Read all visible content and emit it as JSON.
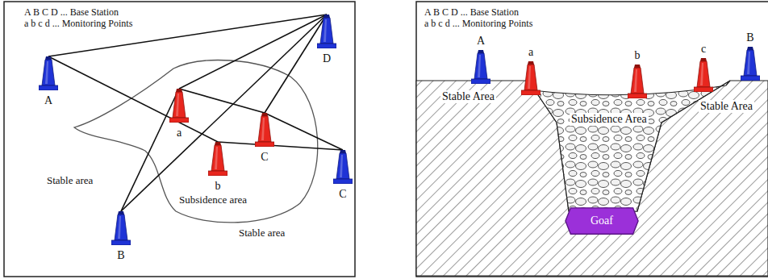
{
  "diagram": {
    "nodes": [
      {
        "text": [
          "A"
        ]
      },
      {
        "text": [
          "D"
        ]
      },
      {
        "text": [
          "a"
        ]
      },
      {
        "text": [
          "C"
        ]
      },
      {
        "text": [
          "C"
        ]
      },
      {
        "text": [
          "b"
        ]
      },
      {
        "text": [
          "B"
        ]
      },
      {
        "text": [
          "A"
        ]
      },
      {
        "text": [
          "a"
        ]
      },
      {
        "text": [
          "b"
        ]
      },
      {
        "text": [
          "c"
        ]
      },
      {
        "text": [
          "B"
        ]
      },
      {
        "text": [
          "Goaf"
        ]
      }
    ],
    "edges": [
      {
        "from": 0,
        "to": 1,
        "arrow": "none"
      },
      {
        "from": 0,
        "to": 5,
        "arrow": "none"
      },
      {
        "from": 2,
        "to": 1,
        "arrow": "none"
      },
      {
        "from": 2,
        "to": 6,
        "arrow": "none"
      },
      {
        "from": 2,
        "to": 3,
        "arrow": "none"
      },
      {
        "from": 1,
        "to": 6,
        "arrow": "none"
      },
      {
        "from": 1,
        "to": 3,
        "arrow": "none"
      },
      {
        "from": 5,
        "to": 4,
        "arrow": "none"
      },
      {
        "from": 3,
        "to": 4,
        "arrow": "none"
      }
    ],
    "labels": [
      "A B C D ... Base Station",
      "a b c d ... Monitoring Points",
      "Stable area",
      "Subsidence area",
      "Stable area",
      "A B C D ... Base Station",
      "a b c d ... Monitoring Points",
      "Stable Area",
      "Subsidence Area",
      "Stable Area"
    ]
  }
}
